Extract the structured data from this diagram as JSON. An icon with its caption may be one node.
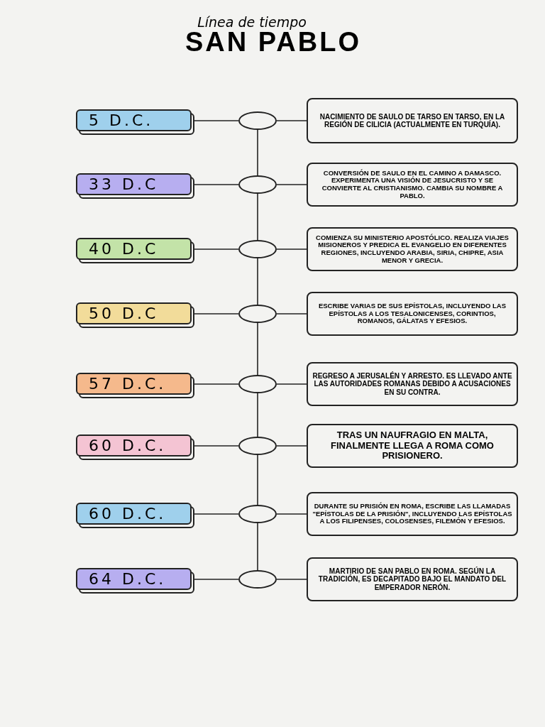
{
  "diagram": {
    "title": "SAN PABLO",
    "nodes": [
      {
        "text": [
          "5 D.C."
        ]
      },
      {
        "text": [],
        "shape": "circle"
      },
      {
        "text": [
          "NACIMIENTO DE SAULO DE TARSO EN TARSO, EN LA REGIÓN DE CILICIA (ACTUALMENTE EN TURQUÍA)."
        ]
      },
      {
        "text": [
          "33 D.C"
        ]
      },
      {
        "text": [],
        "shape": "circle"
      },
      {
        "text": [
          "CONVERSIÓN DE SAULO EN EL CAMINO A DAMASCO. EXPERIMENTA UNA VISIÓN DE JESUCRISTO Y SE CONVIERTE AL CRISTIANISMO. CAMBIA SU NOMBRE A PABLO."
        ]
      },
      {
        "text": [
          "40 D.C"
        ]
      },
      {
        "text": [],
        "shape": "circle"
      },
      {
        "text": [
          "COMIENZA SU MINISTERIO APOSTÓLICO. REALIZA VIAJES MISIONEROS Y PREDICA EL EVANGELIO EN DIFERENTES REGIONES, INCLUYENDO ARABIA, SIRIA, CHIPRE, ASIA MENOR Y GRECIA."
        ]
      },
      {
        "text": [
          "50 D.C"
        ]
      },
      {
        "text": [],
        "shape": "circle"
      },
      {
        "text": [
          "ESCRIBE VARIAS DE SUS EPÍSTOLAS, INCLUYENDO LAS EPÍSTOLAS A LOS TESALONICENSES, CORINTIOS, ROMANOS, GÁLATAS Y EFESIOS."
        ]
      },
      {
        "text": [
          "57 D.C."
        ]
      },
      {
        "text": [],
        "shape": "circle"
      },
      {
        "text": [
          "REGRESO A JERUSALÉN Y ARRESTO. ES LLEVADO ANTE LAS AUTORIDADES ROMANAS DEBIDO A ACUSACIONES EN SU CONTRA."
        ]
      },
      {
        "text": [
          "60 D.C."
        ]
      },
      {
        "text": [],
        "shape": "circle"
      },
      {
        "text": [
          "TRAS UN NAUFRAGIO EN MALTA, FINALMENTE LLEGA A ROMA COMO PRISIONERO."
        ]
      },
      {
        "text": [
          "60 D.C."
        ]
      },
      {
        "text": [],
        "shape": "circle"
      },
      {
        "text": [
          "DURANTE SU PRISIÓN EN ROMA, ESCRIBE LAS LLAMADAS \"EPÍSTOLAS DE LA PRISIÓN\", INCLUYENDO LAS EPÍSTOLAS A LOS FILIPENSES, COLOSENSES, FILEMÓN Y EFESIOS."
        ]
      },
      {
        "text": [
          "64 D.C."
        ]
      },
      {
        "text": [],
        "shape": "circle"
      },
      {
        "text": [
          "MARTIRIO DE SAN PABLO EN ROMA. SEGÚN LA TRADICIÓN, ES DECAPITADO BAJO EL MANDATO DEL EMPERADOR NERÓN."
        ]
      }
    ],
    "edges": [
      {
        "from": 0,
        "to": 1,
        "arrow": "none"
      },
      {
        "from": 1,
        "to": 2,
        "arrow": "none"
      },
      {
        "from": 3,
        "to": 4,
        "arrow": "none"
      },
      {
        "from": 4,
        "to": 5,
        "arrow": "none"
      },
      {
        "from": 6,
        "to": 7,
        "arrow": "none"
      },
      {
        "from": 7,
        "to": 8,
        "arrow": "none"
      },
      {
        "from": 9,
        "to": 10,
        "arrow": "none"
      },
      {
        "from": 10,
        "to": 11,
        "arrow": "none"
      },
      {
        "from": 12,
        "to": 13,
        "arrow": "none"
      },
      {
        "from": 13,
        "to": 14,
        "arrow": "none"
      },
      {
        "from": 15,
        "to": 16,
        "arrow": "none"
      },
      {
        "from": 16,
        "to": 17,
        "arrow": "none"
      },
      {
        "from": 18,
        "to": 19,
        "arrow": "none"
      },
      {
        "from": 19,
        "to": 20,
        "arrow": "none"
      },
      {
        "from": 21,
        "to": 22,
        "arrow": "none"
      },
      {
        "from": 22,
        "to": 23,
        "arrow": "none"
      },
      {
        "from": 1,
        "to": 4,
        "arrow": "none"
      },
      {
        "from": 4,
        "to": 7,
        "arrow": "none"
      },
      {
        "from": 7,
        "to": 10,
        "arrow": "none"
      },
      {
        "from": 10,
        "to": 13,
        "arrow": "none"
      },
      {
        "from": 13,
        "to": 16,
        "arrow": "none"
      },
      {
        "from": 16,
        "to": 19,
        "arrow": "none"
      },
      {
        "from": 19,
        "to": 22,
        "arrow": "none"
      }
    ],
    "labels": [
      "Línea de tiempo"
    ]
  }
}
